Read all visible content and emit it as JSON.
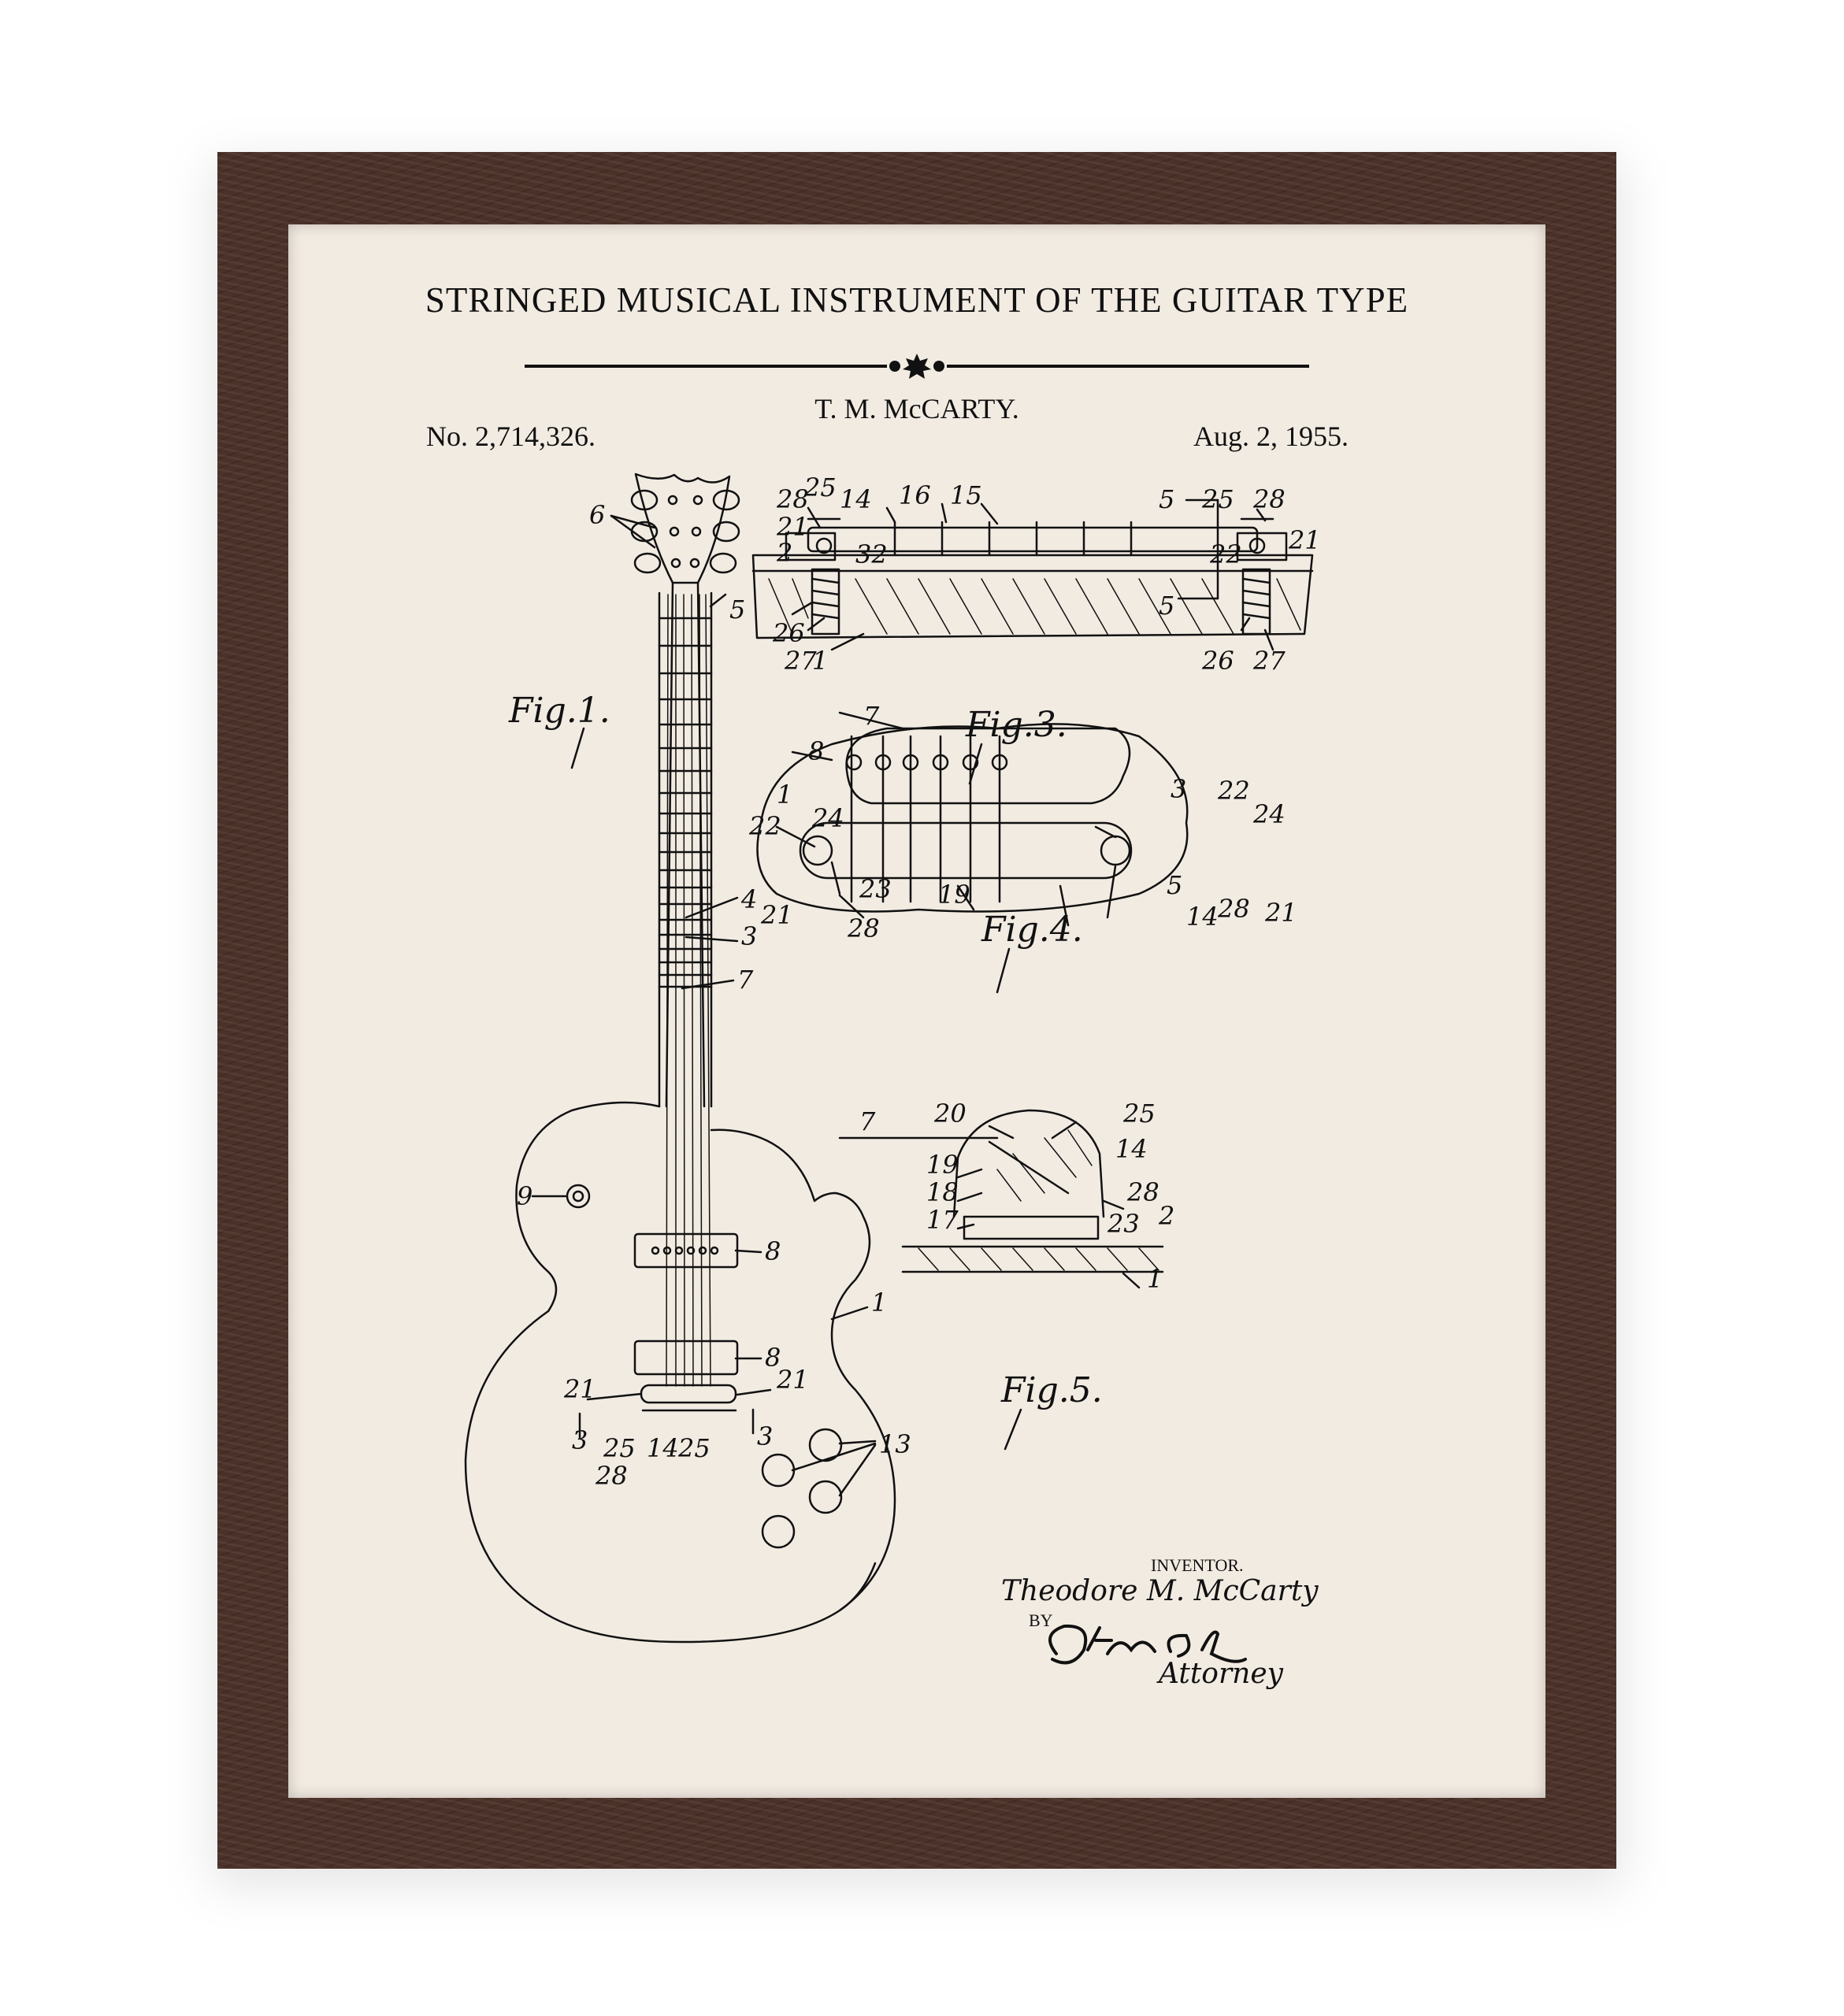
{
  "poster": {
    "title": "STRINGED MUSICAL INSTRUMENT OF THE GUITAR TYPE",
    "inventor": "T. M. McCARTY.",
    "patent_number": "No. 2,714,326.",
    "date": "Aug. 2, 1955."
  },
  "figures": {
    "fig1": "Fig.1.",
    "fig3": "Fig.3.",
    "fig4": "Fig.4.",
    "fig5": "Fig.5."
  },
  "signature": {
    "inventor_label": "INVENTOR.",
    "inventor_name": "Theodore M. McCarty",
    "by": "BY",
    "attorney_signature": "Oliver Earl",
    "attorney_label": "Attorney"
  },
  "colors": {
    "frame": "#4a3027",
    "mat": "#f2ebe2",
    "ink": "#111111"
  }
}
